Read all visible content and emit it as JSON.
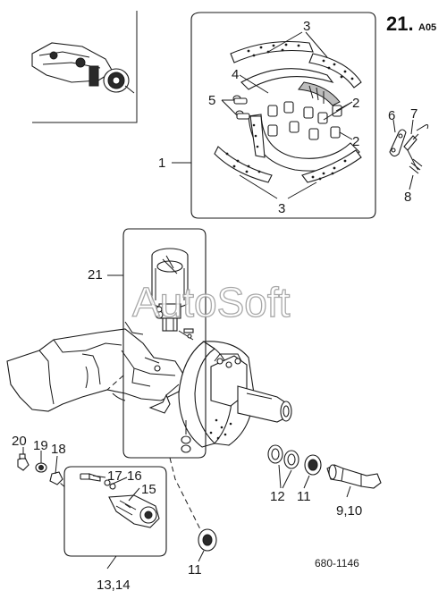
{
  "section": {
    "number": "21.",
    "suffix": "A05"
  },
  "drawing_number": "680-1146",
  "watermark": "AutoSoft",
  "callouts": {
    "c1": "1",
    "c2a": "2",
    "c2b": "2",
    "c3a": "3",
    "c3b": "3",
    "c4": "4",
    "c5": "5",
    "c6": "6",
    "c7": "7",
    "c8": "8",
    "c9_10": "9,10",
    "c11a": "11",
    "c11b": "11",
    "c12": "12",
    "c13_14": "13,14",
    "c15": "15",
    "c16": "16",
    "c17": "17",
    "c18": "18",
    "c19": "19",
    "c20": "20",
    "c21": "21"
  }
}
